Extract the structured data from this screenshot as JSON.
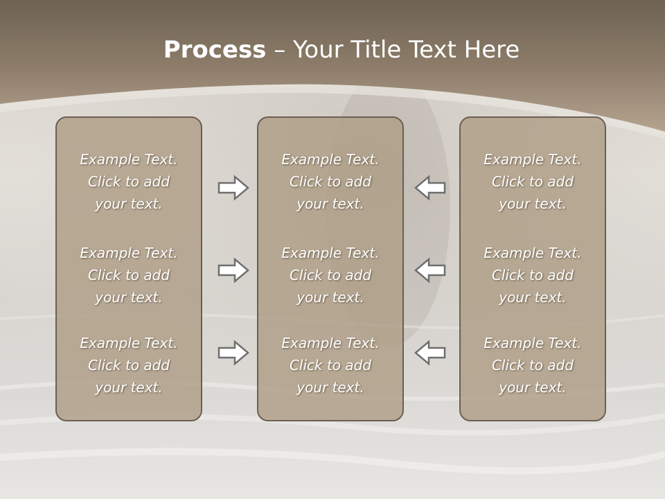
{
  "title": {
    "bold": "Process",
    "rest": " – Your Title Text Here"
  },
  "colors": {
    "panel_fill": "#b5a38b",
    "panel_border": "#6b5f52",
    "header": "#8c7c69",
    "text": "#ffffff"
  },
  "columns": [
    {
      "name": "left",
      "blocks": [
        {
          "line1": "Example Text.",
          "line2": "Click  to add",
          "line3": "your text."
        },
        {
          "line1": "Example Text.",
          "line2": "Click  to add",
          "line3": "your text."
        },
        {
          "line1": "Example Text.",
          "line2": "Click  to add",
          "line3": "your text."
        }
      ]
    },
    {
      "name": "center",
      "blocks": [
        {
          "line1": "Example Text.",
          "line2": "Click  to add",
          "line3": "your text."
        },
        {
          "line1": "Example Text.",
          "line2": "Click  to add",
          "line3": "your text."
        },
        {
          "line1": "Example Text.",
          "line2": "Click  to add",
          "line3": "your text."
        }
      ]
    },
    {
      "name": "right",
      "blocks": [
        {
          "line1": "Example Text.",
          "line2": "Click  to add",
          "line3": "your text."
        },
        {
          "line1": "Example Text.",
          "line2": "Click  to add",
          "line3": "your text."
        },
        {
          "line1": "Example Text.",
          "line2": "Click  to add",
          "line3": "your text."
        }
      ]
    }
  ],
  "arrows": {
    "left_group": "right-arrow-icon",
    "right_group": "left-arrow-icon"
  }
}
